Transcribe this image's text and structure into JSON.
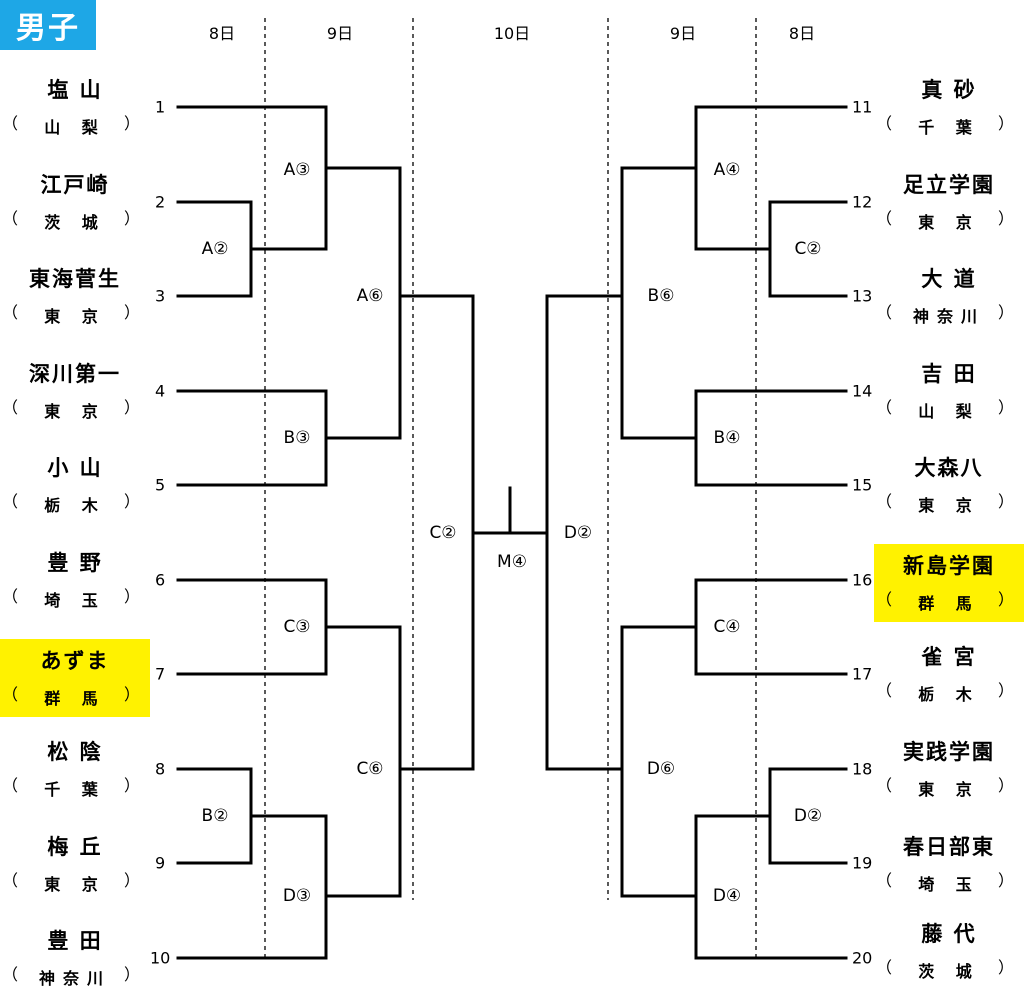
{
  "header": {
    "division": "男子"
  },
  "days": {
    "d8_left": "8日",
    "d9_left": "9日",
    "d10": "10日",
    "d9_right": "9日",
    "d8_right": "8日"
  },
  "left_teams": [
    {
      "seed": "1",
      "name": "塩 山",
      "pref": "山 梨",
      "highlight": false
    },
    {
      "seed": "2",
      "name": "江戸崎",
      "pref": "茨 城",
      "highlight": false
    },
    {
      "seed": "3",
      "name": "東海菅生",
      "pref": "東 京",
      "highlight": false
    },
    {
      "seed": "4",
      "name": "深川第一",
      "pref": "東 京",
      "highlight": false
    },
    {
      "seed": "5",
      "name": "小 山",
      "pref": "栃 木",
      "highlight": false
    },
    {
      "seed": "6",
      "name": "豊 野",
      "pref": "埼 玉",
      "highlight": false
    },
    {
      "seed": "7",
      "name": "あずま",
      "pref": "群 馬",
      "highlight": true
    },
    {
      "seed": "8",
      "name": "松 陰",
      "pref": "千 葉",
      "highlight": false
    },
    {
      "seed": "9",
      "name": "梅 丘",
      "pref": "東 京",
      "highlight": false
    },
    {
      "seed": "10",
      "name": "豊 田",
      "pref": "神奈川",
      "highlight": false
    }
  ],
  "right_teams": [
    {
      "seed": "11",
      "name": "真 砂",
      "pref": "千 葉",
      "highlight": false
    },
    {
      "seed": "12",
      "name": "足立学園",
      "pref": "東 京",
      "highlight": false
    },
    {
      "seed": "13",
      "name": "大 道",
      "pref": "神奈川",
      "highlight": false
    },
    {
      "seed": "14",
      "name": "吉 田",
      "pref": "山 梨",
      "highlight": false
    },
    {
      "seed": "15",
      "name": "大森八",
      "pref": "東 京",
      "highlight": false
    },
    {
      "seed": "16",
      "name": "新島学園",
      "pref": "群 馬",
      "highlight": true
    },
    {
      "seed": "17",
      "name": "雀 宮",
      "pref": "栃 木",
      "highlight": false
    },
    {
      "seed": "18",
      "name": "実践学園",
      "pref": "東 京",
      "highlight": false
    },
    {
      "seed": "19",
      "name": "春日部東",
      "pref": "埼 玉",
      "highlight": false
    },
    {
      "seed": "20",
      "name": "藤 代",
      "pref": "茨 城",
      "highlight": false
    }
  ],
  "matches": {
    "A2_left": "A②",
    "B2_left": "B②",
    "A3": "A③",
    "B3": "B③",
    "C3": "C③",
    "D3": "D③",
    "A6": "A⑥",
    "C6": "C⑥",
    "C2": "C②",
    "M4": "M④",
    "D2": "D②",
    "B6": "B⑥",
    "D6": "D⑥",
    "A4": "A④",
    "B4": "B④",
    "C4": "C④",
    "D4": "D④",
    "C2_right": "C②",
    "D2_right": "D②"
  },
  "paren_open": "（",
  "paren_close": "）",
  "colors": {
    "tag_bg": "#1ea7e6",
    "highlight": "#fff200",
    "line": "#000000"
  }
}
